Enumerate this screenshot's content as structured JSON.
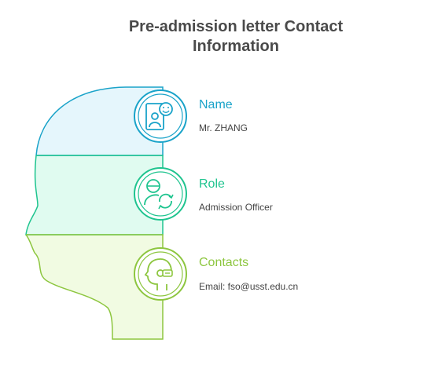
{
  "title": {
    "line1": "Pre-admission letter Contact",
    "line2": "Information"
  },
  "sections": [
    {
      "label": "Name",
      "value": "Mr. ZHANG",
      "icon": "contact-profile-icon",
      "color": "#1aa3c9",
      "fill": "#e5f6fc"
    },
    {
      "label": "Role",
      "value": "Admission Officer",
      "icon": "user-sync-icon",
      "color": "#1fc48f",
      "fill": "#e0fbf0"
    },
    {
      "label": "Contacts",
      "value": "Email: fso@usst.edu.cn",
      "icon": "headset-head-icon",
      "color": "#8dc63f",
      "fill": "#f1fbe2"
    }
  ]
}
